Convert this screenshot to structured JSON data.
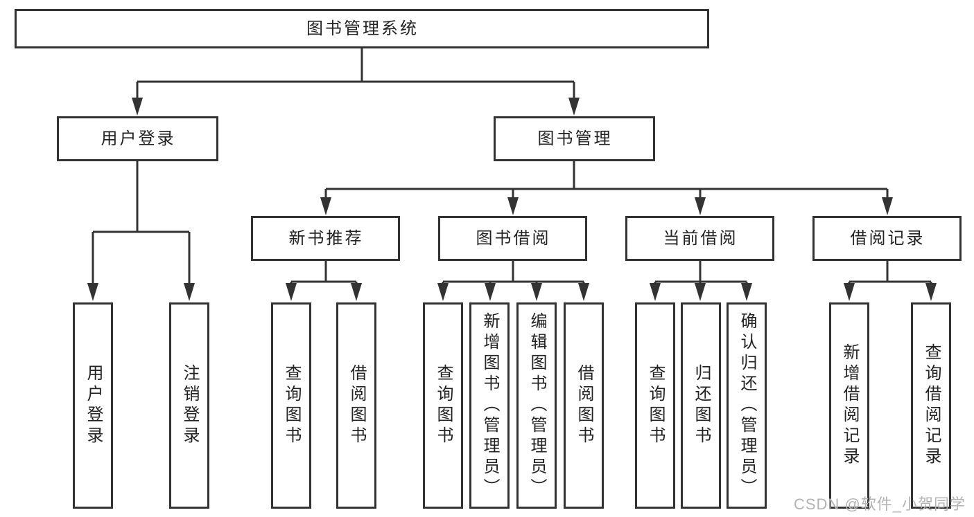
{
  "tree": {
    "label": "图书管理系统",
    "children": [
      {
        "label": "用户登录",
        "children": [
          {
            "label": "用户登录"
          },
          {
            "label": "注销登录"
          }
        ]
      },
      {
        "label": "图书管理",
        "children": [
          {
            "label": "新书推荐",
            "children": [
              {
                "label": "查询图书"
              },
              {
                "label": "借阅图书"
              }
            ]
          },
          {
            "label": "图书借阅",
            "children": [
              {
                "label": "查询图书"
              },
              {
                "label": "新增图书（管理员）"
              },
              {
                "label": "编辑图书（管理员）"
              },
              {
                "label": "借阅图书"
              }
            ]
          },
          {
            "label": "当前借阅",
            "children": [
              {
                "label": "查询图书"
              },
              {
                "label": "归还图书"
              },
              {
                "label": "确认归还（管理员）"
              }
            ]
          },
          {
            "label": "借阅记录",
            "children": [
              {
                "label": "新增借阅记录"
              },
              {
                "label": "查询借阅记录"
              }
            ]
          }
        ]
      }
    ]
  },
  "watermark": {
    "text": "CSDN @软件_小贺同学"
  },
  "colors": {
    "line": "#333333",
    "box_border": "#333333",
    "text": "#222222",
    "watermark": "#b3b3b3",
    "background": "#ffffff"
  }
}
